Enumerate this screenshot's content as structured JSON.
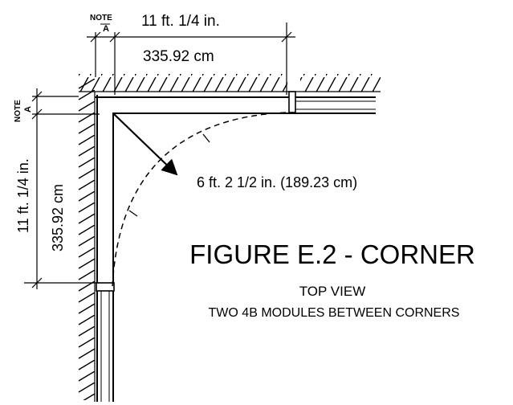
{
  "figure": {
    "title": "FIGURE E.2 - CORNER",
    "subtitle": "TOP VIEW",
    "caption": "TWO 4B MODULES BETWEEN CORNERS"
  },
  "dimensions": {
    "top_feet": "11 ft. 1/4 in.",
    "top_cm": "335.92 cm",
    "side_feet": "11 ft. 1/4 in.",
    "side_cm": "335.92 cm",
    "radius_label": "6 ft. 2 1/2 in. (189.23 cm)"
  },
  "notes": {
    "top_note": "NOTE",
    "top_note_letter": "A",
    "side_note": "NOTE",
    "side_note_letter": "A"
  },
  "colors": {
    "ink": "#000000",
    "background": "#ffffff"
  }
}
